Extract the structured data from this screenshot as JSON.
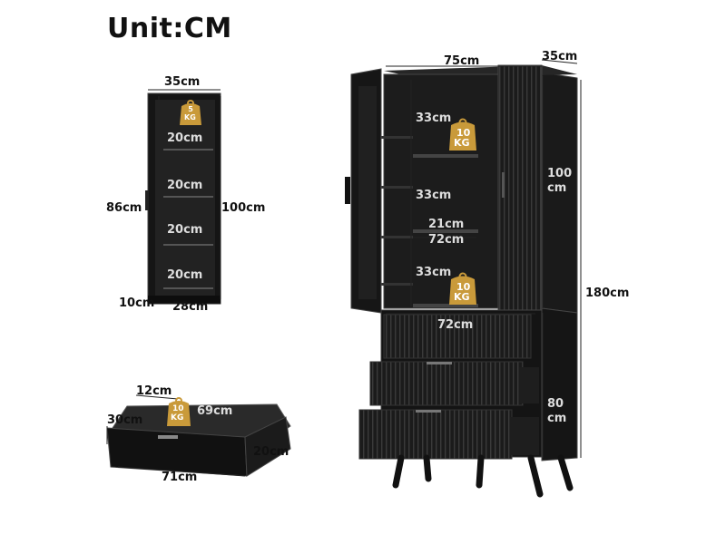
{
  "title": "Unit:CM",
  "shelf_unit": {
    "width": "35cm",
    "weight_badge": [
      "5",
      "KG"
    ],
    "gaps": [
      "20cm",
      "20cm",
      "20cm",
      "20cm"
    ],
    "inner_height": "86cm",
    "outer_height": "100cm",
    "base_height": "10cm",
    "depth": "28cm"
  },
  "drawer": {
    "side_height": "12cm",
    "front_height": "30cm",
    "weight_badge": [
      "10",
      "KG"
    ],
    "inner_width": "69cm",
    "depth": "20cm",
    "outer_width": "71cm"
  },
  "cabinet": {
    "width": "75cm",
    "depth": "35cm",
    "upper_shelf": "33cm",
    "middle_shelf": "33cm",
    "lower_shelf": "33cm",
    "shelf_depth": "21cm",
    "shelf_width": "72cm",
    "drawer_width": "72cm",
    "upper_height": [
      "100",
      "cm"
    ],
    "total_height": "180cm",
    "lower_height": [
      "80",
      "cm"
    ],
    "weight_badge_top": [
      "10",
      "KG"
    ],
    "weight_badge_bottom": [
      "10",
      "KG"
    ]
  }
}
